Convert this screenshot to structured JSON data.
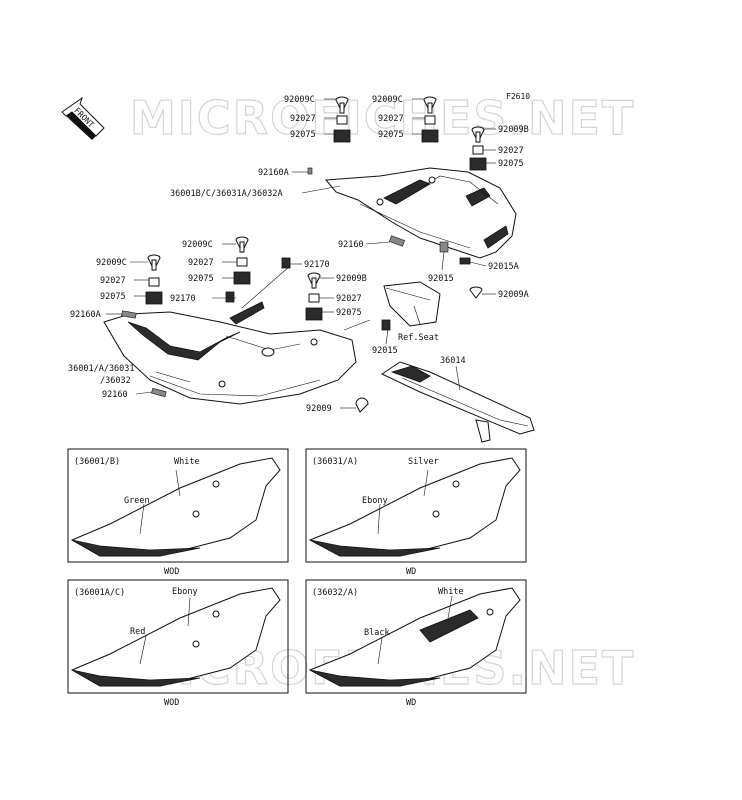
{
  "figure": {
    "code": "F2610",
    "front_label": "FRONT",
    "watermark": "MICROFICHES.NET"
  },
  "callouts": {
    "c_92009c_1": "92009C",
    "c_92027_1": "92027",
    "c_92075_1": "92075",
    "c_92009c_2": "92009C",
    "c_92027_2": "92027",
    "c_92075_2": "92075",
    "c_92009b_1": "92009B",
    "c_92027_3": "92027",
    "c_92075_3": "92075",
    "c_92160a_1": "92160A",
    "c_cowl_top": "36001B/C/36031A/36032A",
    "c_92160_1": "92160",
    "c_92015_1": "92015",
    "c_92015a": "92015A",
    "c_92009a": "92009A",
    "c_92009c_3": "92009C",
    "c_92027_4": "92027",
    "c_92075_4": "92075",
    "c_92009c_4": "92009C",
    "c_92027_5": "92027",
    "c_92075_5": "92075",
    "c_92170_1": "92170",
    "c_92170_2": "92170",
    "c_92009b_2": "92009B",
    "c_92027_6": "92027",
    "c_92075_6": "92075",
    "c_92160a_2": "92160A",
    "c_ref_seat": "Ref.Seat",
    "c_92015_2": "92015",
    "c_cowl_main_1": "36001/A/36031",
    "c_cowl_main_2": "/36032",
    "c_92160_2": "92160",
    "c_36014": "36014",
    "c_92009": "92009"
  },
  "variants": [
    {
      "code": "(36001/B)",
      "color_upper": "White",
      "color_lower": "Green",
      "model": "WOD"
    },
    {
      "code": "(36031/A)",
      "color_upper": "Silver",
      "color_lower": "Ebony",
      "model": "WD"
    },
    {
      "code": "(36001A/C)",
      "color_upper": "Ebony",
      "color_lower": "Red",
      "model": "WOD"
    },
    {
      "code": "(36032/A)",
      "color_upper": "White",
      "color_lower": "Black",
      "model": "WD"
    }
  ]
}
